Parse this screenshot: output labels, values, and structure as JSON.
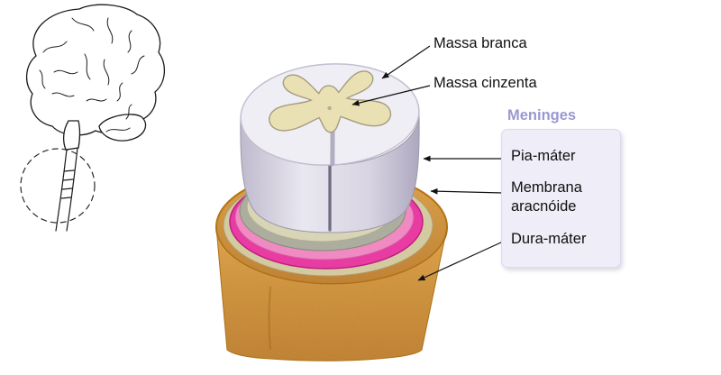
{
  "figure": {
    "title": "Meninges",
    "labels": {
      "massa_branca": "Massa branca",
      "massa_cinzenta": "Massa cinzenta",
      "pia_mater": "Pia-máter",
      "membrana_aracnoide": "Membrana aracnóide",
      "dura_mater": "Dura-máter"
    },
    "colors": {
      "meninges_title": "#9a98d0",
      "panel_background": "#eeedf8",
      "dura_tan": "#e2a64e",
      "dura_rim": "#c07a1e",
      "cream_ring": "#ddd3a8",
      "subarachnoid_magenta": "#e83ca2",
      "subarachnoid_pink": "#ef8ac2",
      "arachnoid_gray": "#b4b5a6",
      "inner_cream": "#d8d4b6",
      "white_matter": "#f0eef5",
      "gray_matter": "#e9e0b4"
    }
  }
}
